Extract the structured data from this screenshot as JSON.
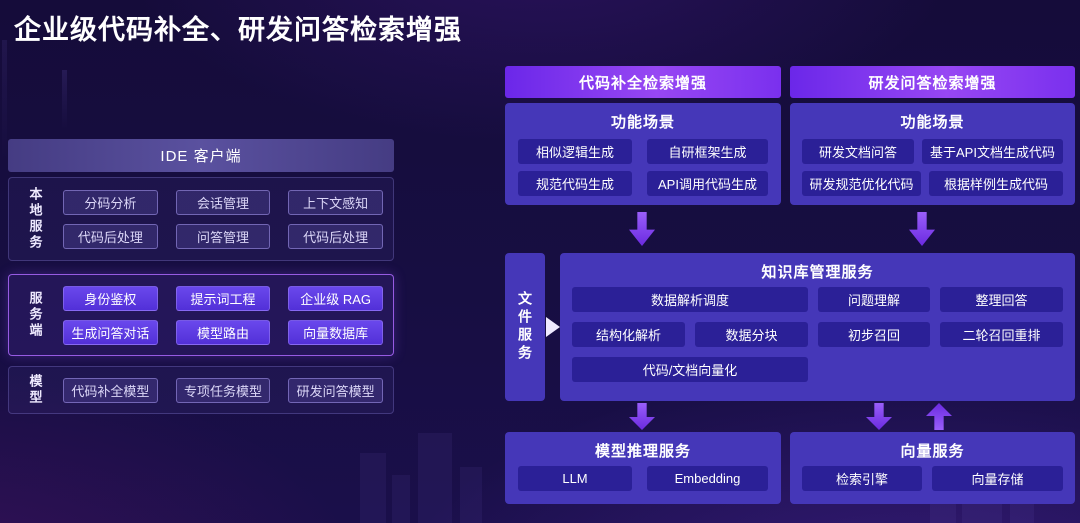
{
  "title": "企业级代码补全、研发问答检索增强",
  "colors": {
    "background": "#160e3e",
    "header_gradient_start": "#6b27e9",
    "header_gradient_end": "#9747f3",
    "panel": "#4537b8",
    "chip_dark": "#2b2097",
    "server_chip": "#5a39dd",
    "highlight_outline": "#ac68fc",
    "arrow": "#7b42ee",
    "text": "#ffffff"
  },
  "left": {
    "ide_header": "IDE 客户端",
    "local": {
      "label": "本地服务",
      "items": [
        "分码分析",
        "会话管理",
        "上下文感知",
        "代码后处理",
        "问答管理",
        "代码后处理"
      ]
    },
    "server": {
      "label": "服务端",
      "items": [
        "身份鉴权",
        "提示词工程",
        "企业级 RAG",
        "生成问答对话",
        "模型路由",
        "向量数据库"
      ]
    },
    "model": {
      "label": "模型",
      "items": [
        "代码补全模型",
        "专项任务模型",
        "研发问答模型"
      ]
    }
  },
  "right": {
    "code_header": "代码补全检索增强",
    "qa_header": "研发问答检索增强",
    "code_scenarios": {
      "title": "功能场景",
      "items": [
        "相似逻辑生成",
        "自研框架生成",
        "规范代码生成",
        "API调用代码生成"
      ]
    },
    "qa_scenarios": {
      "title": "功能场景",
      "items": [
        "研发文档问答",
        "基于API文档生成代码",
        "研发规范优化代码",
        "根据样例生成代码"
      ]
    },
    "file_service_label": "文件服务",
    "knowledge": {
      "title": "知识库管理服务",
      "items": [
        "数据解析调度",
        "问题理解",
        "整理回答",
        "结构化解析",
        "数据分块",
        "初步召回",
        "二轮召回重排",
        "代码/文档向量化"
      ]
    },
    "inference": {
      "title": "模型推理服务",
      "items": [
        "LLM",
        "Embedding"
      ]
    },
    "vector": {
      "title": "向量服务",
      "items": [
        "检索引擎",
        "向量存储"
      ]
    }
  }
}
